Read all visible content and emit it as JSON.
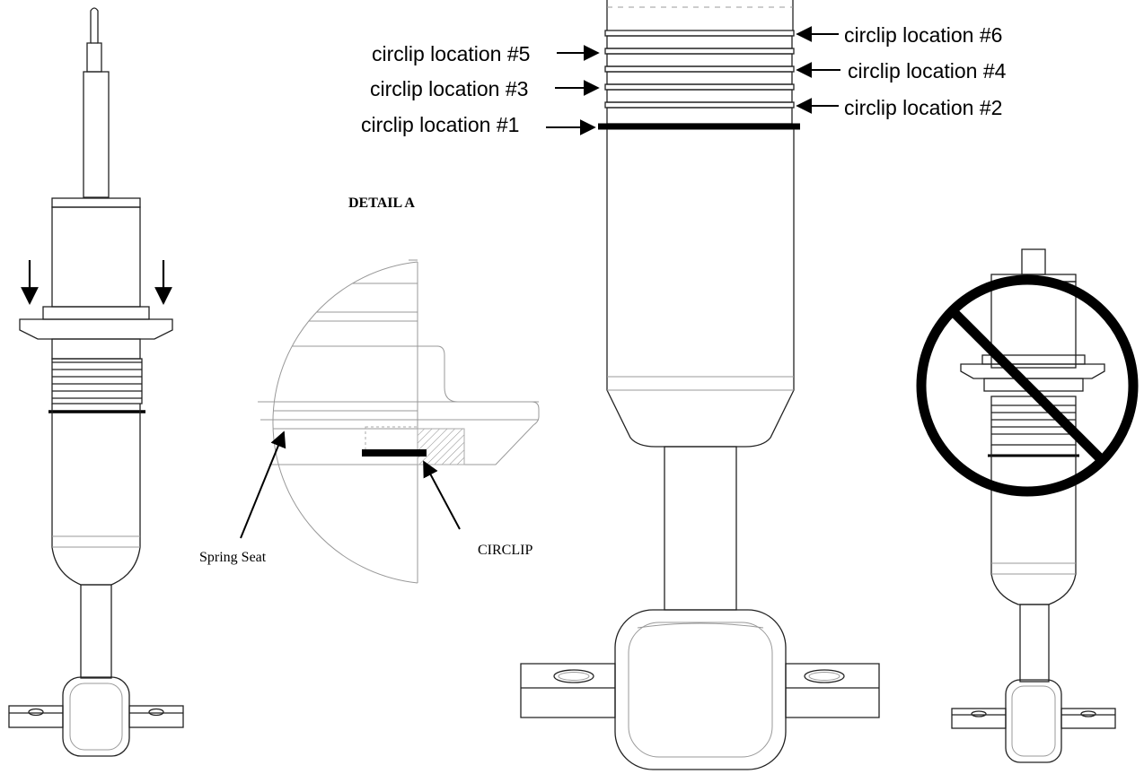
{
  "labels": {
    "detail_title": "DETAIL A",
    "spring_seat": "Spring Seat",
    "circlip": "CIRCLIP",
    "locations": [
      "circlip location #1",
      "circlip location #2",
      "circlip location #3",
      "circlip location #4",
      "circlip location #5",
      "circlip location #6"
    ]
  },
  "colors": {
    "line": "#222222",
    "circlip": "#000000",
    "prohibited": "#000000"
  }
}
